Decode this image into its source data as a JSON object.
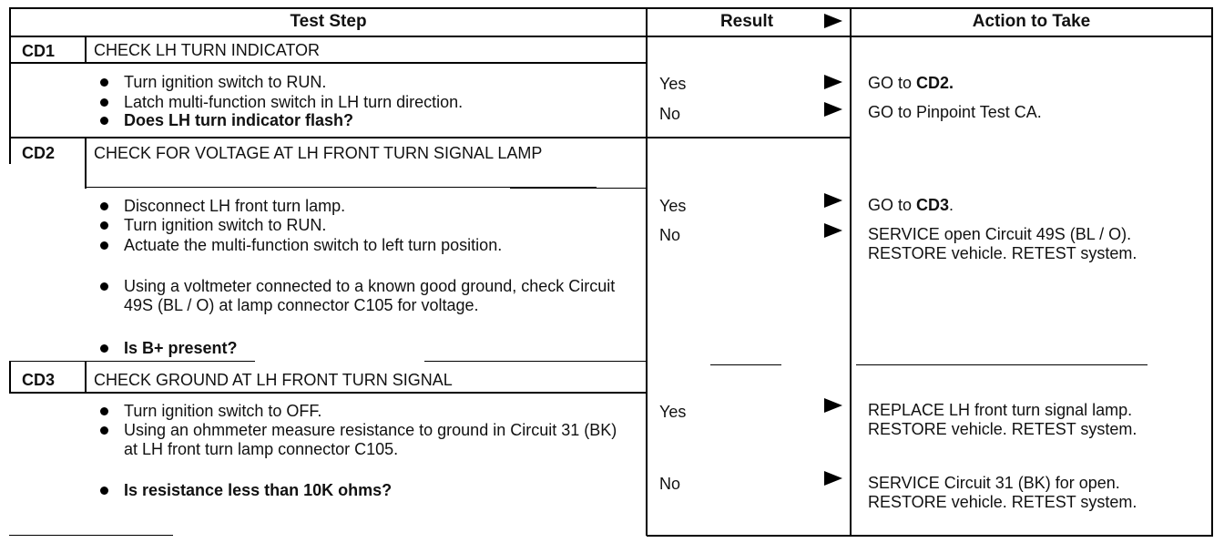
{
  "headers": {
    "test_step": "Test Step",
    "result": "Result",
    "action": "Action to Take"
  },
  "cd1": {
    "code": "CD1",
    "title": "CHECK LH TURN INDICATOR",
    "steps": [
      "Turn ignition switch to RUN.",
      "Latch multi-function switch in LH turn direction.",
      "Does LH turn indicator flash?"
    ],
    "results": [
      "Yes",
      "No"
    ],
    "actions": {
      "yes_prefix": "GO to ",
      "yes_bold": "CD2.",
      "no": "GO to Pinpoint Test CA."
    }
  },
  "cd2": {
    "code": "CD2",
    "title": "CHECK FOR VOLTAGE AT LH FRONT TURN SIGNAL LAMP",
    "steps": [
      "Disconnect LH front turn lamp.",
      "Turn ignition switch to RUN.",
      "Actuate the multi-function switch to left turn position.",
      "Using a voltmeter connected to a known good ground, check Circuit 49S (BL / O) at lamp connector C105 for voltage.",
      "Is B+ present?"
    ],
    "results": [
      "Yes",
      "No"
    ],
    "actions": {
      "yes_prefix": "GO to ",
      "yes_bold": "CD3",
      "yes_suffix": ".",
      "no": "SERVICE open Circuit 49S (BL / O). RESTORE vehicle. RETEST system."
    }
  },
  "cd3": {
    "code": "CD3",
    "title": "CHECK GROUND AT LH FRONT TURN SIGNAL",
    "steps": [
      "Turn ignition switch to OFF.",
      "Using an ohmmeter measure resistance to ground in Circuit 31 (BK) at LH front turn lamp connector C105.",
      "Is resistance less than 10K ohms?"
    ],
    "results": [
      "Yes",
      "No"
    ],
    "actions": {
      "yes": "REPLACE LH front turn signal lamp. RESTORE vehicle. RETEST system.",
      "no": "SERVICE Circuit 31 (BK) for open. RESTORE vehicle. RETEST system."
    }
  }
}
